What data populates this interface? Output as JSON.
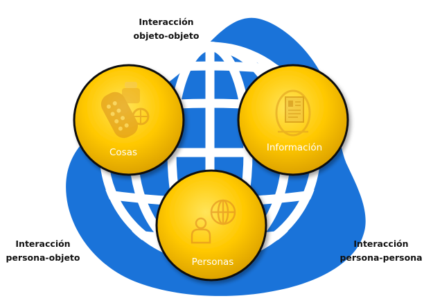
{
  "labels": {
    "top": {
      "line1": "Interacción",
      "line2": "objeto-objeto"
    },
    "bottom_left": {
      "line1": "Interacción",
      "line2": "persona-objeto"
    },
    "bottom_right": {
      "line1": "Interacción",
      "line2": "persona-persona"
    }
  },
  "circles": {
    "cosas": {
      "label": "Cosas",
      "icon": "remote-control-icon"
    },
    "informacion": {
      "label": "Información",
      "icon": "document-icon"
    },
    "personas": {
      "label": "Personas",
      "icon": "person-globe-icon"
    }
  },
  "colors": {
    "blob": "#1a73d9",
    "globe_lines": "#ffffff",
    "circle_fill": "#ffc800",
    "circle_edge": "#d49b00",
    "circle_outline": "#111111",
    "icon": "#e0a020",
    "circle_text": "#ffffff"
  }
}
